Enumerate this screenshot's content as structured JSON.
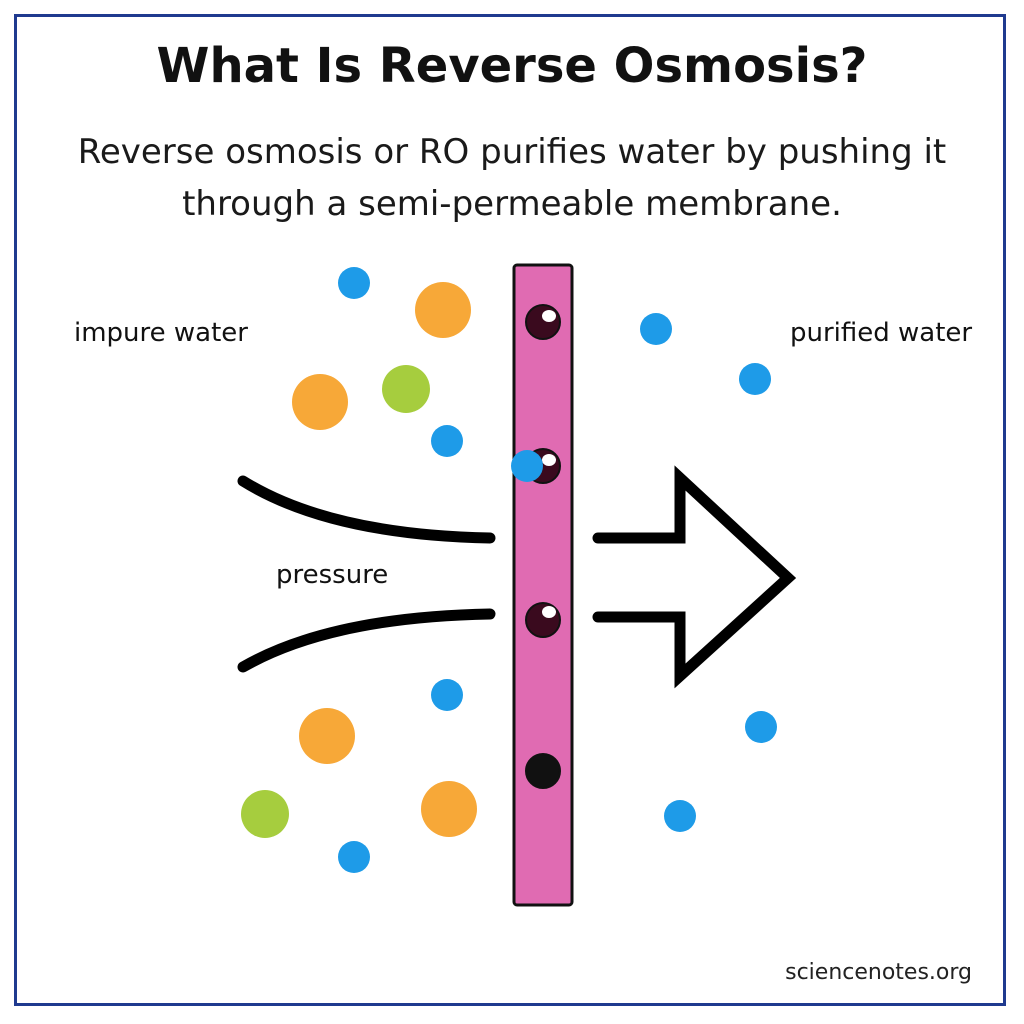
{
  "title": "What Is Reverse Osmosis?",
  "subtitle": {
    "line1": "Reverse osmosis or RO purifies water by pushing it",
    "line2": "through a semi-permeable membrane."
  },
  "labels": {
    "impure": "impure water",
    "purified": "purified water",
    "pressure": "pressure"
  },
  "credit": "sciencenotes.org",
  "colors": {
    "frame": "#1f3a8f",
    "membrane": "#e06bb2",
    "pore": "#3a0a1e",
    "water": "#1e9be8",
    "impurity_orange": "#f7a838",
    "impurity_green": "#a6cd3e",
    "line": "#000000"
  },
  "icons": {
    "membrane": "semi-permeable-membrane",
    "arrow": "right-arrow-icon",
    "pressure": "converging-pressure-lines"
  }
}
